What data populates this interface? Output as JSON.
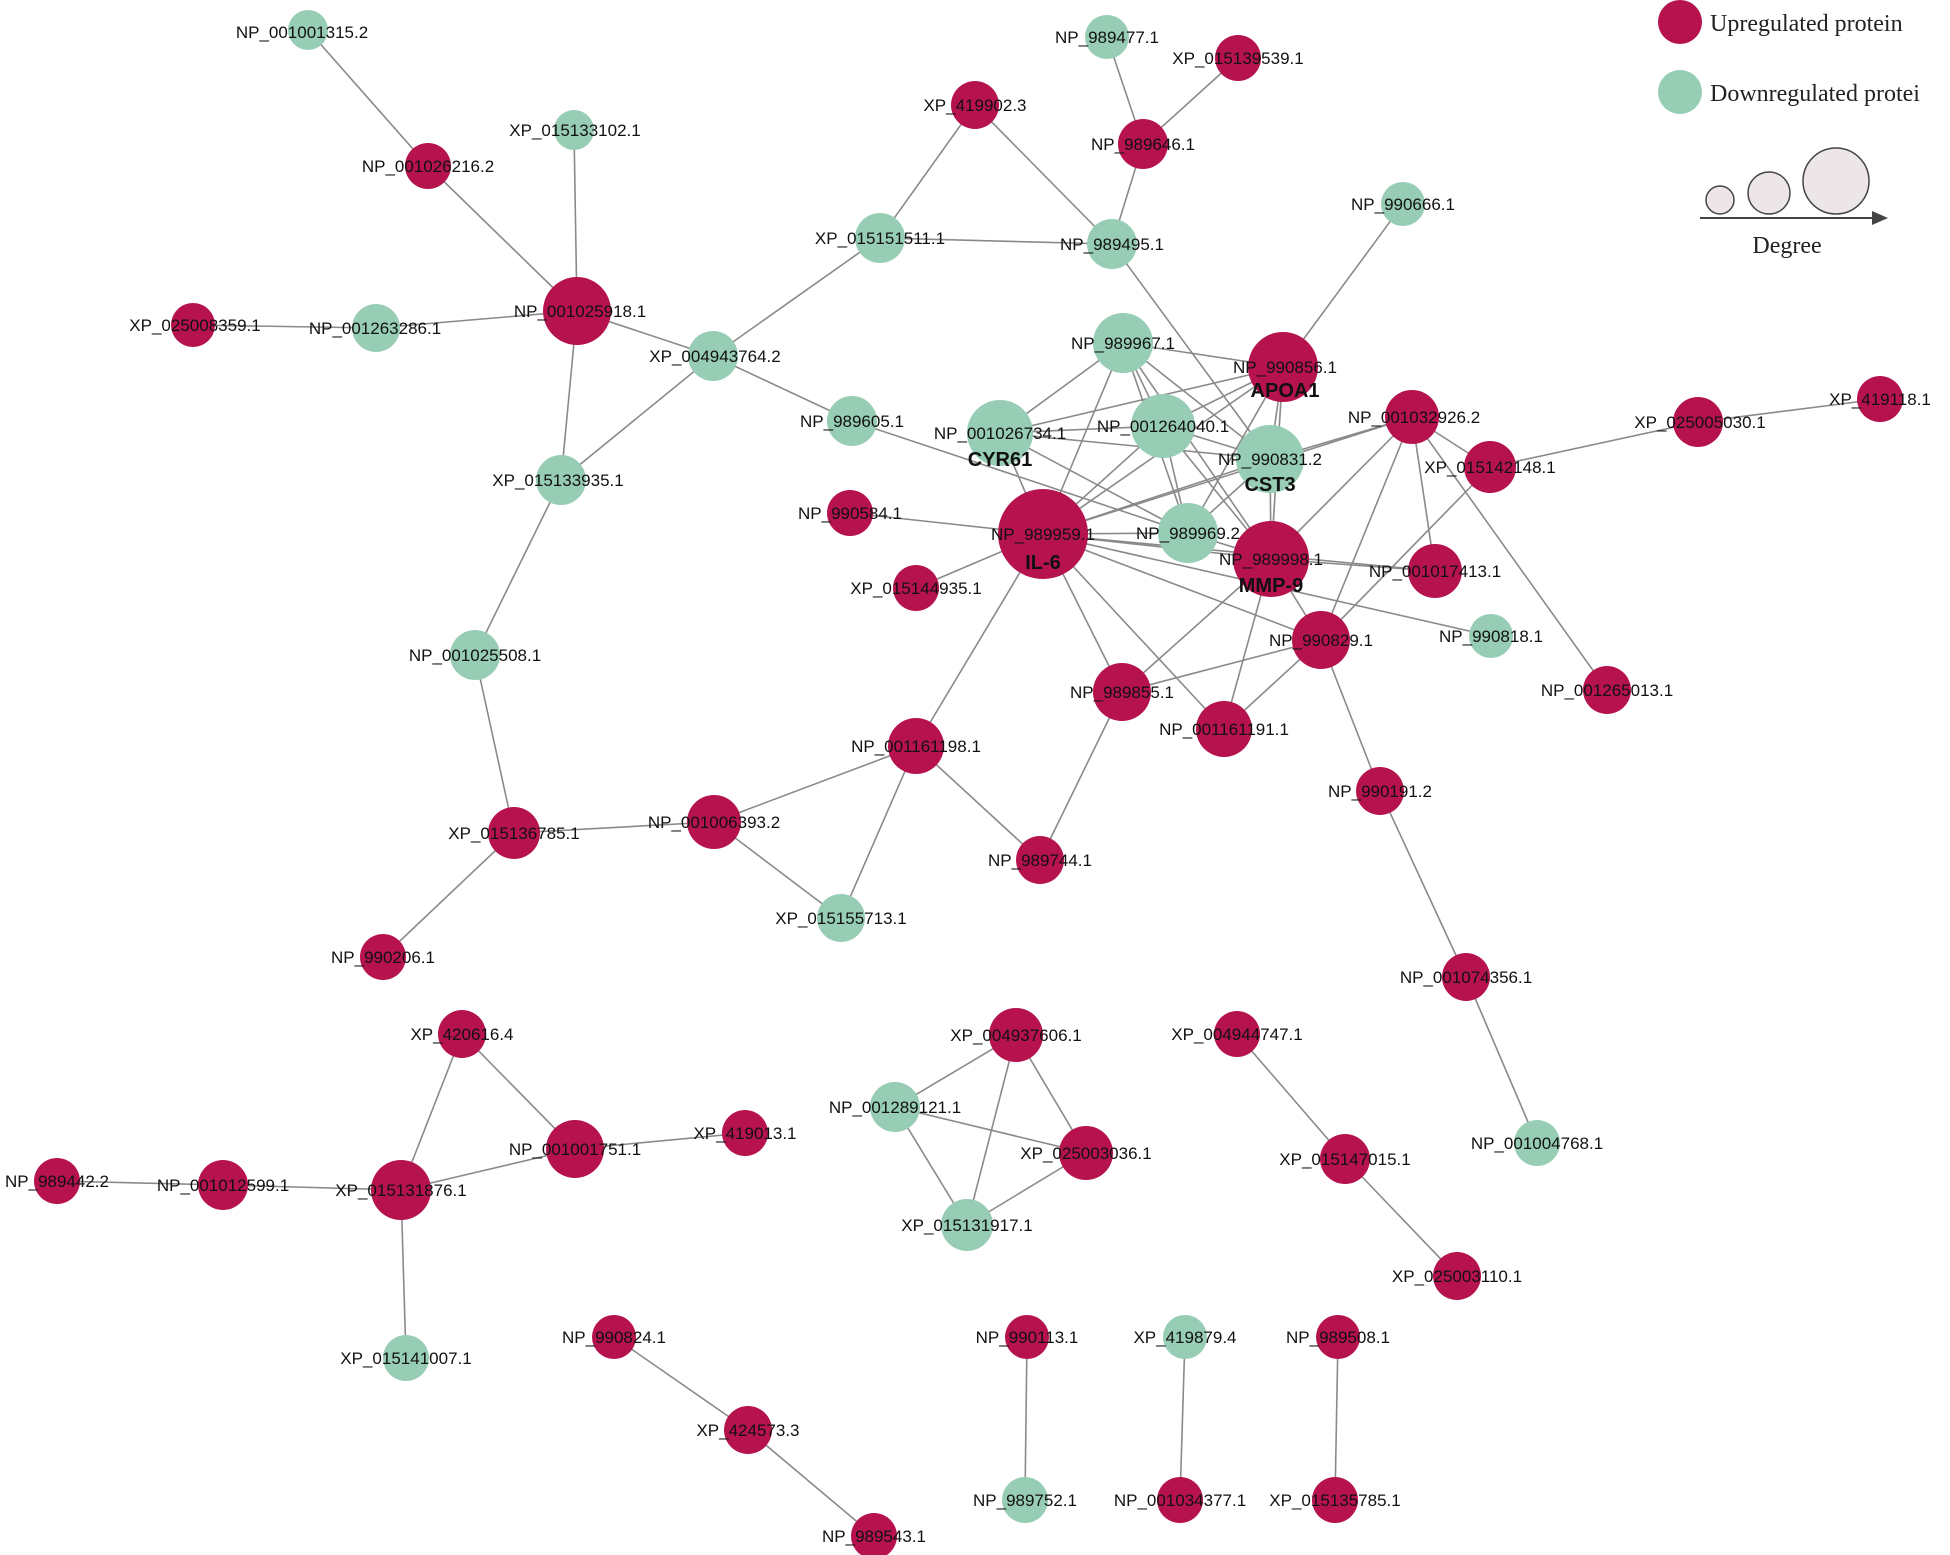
{
  "colors": {
    "up": "#B5124E",
    "down": "#97CDB4",
    "edge": "#8a8a8a",
    "degree_circle": "#ECE6E8"
  },
  "legend": {
    "up_label": "Upregulated protein",
    "down_label": "Downregulated protei",
    "degree_label": "Degree"
  },
  "nodes": [
    {
      "id": "NP_001001315.2",
      "reg": "down"
    },
    {
      "id": "NP_001026216.2",
      "reg": "up"
    },
    {
      "id": "XP_015133102.1",
      "reg": "down"
    },
    {
      "id": "NP_001025918.1",
      "reg": "up"
    },
    {
      "id": "XP_025008359.1",
      "reg": "up"
    },
    {
      "id": "NP_001263286.1",
      "reg": "down"
    },
    {
      "id": "XP_004943764.2",
      "reg": "down"
    },
    {
      "id": "XP_015133935.1",
      "reg": "down"
    },
    {
      "id": "NP_001025508.1",
      "reg": "down"
    },
    {
      "id": "XP_015136785.1",
      "reg": "up"
    },
    {
      "id": "NP_990206.1",
      "reg": "up"
    },
    {
      "id": "NP_001006393.2",
      "reg": "up"
    },
    {
      "id": "XP_015155713.1",
      "reg": "down"
    },
    {
      "id": "NP_001161198.1",
      "reg": "up"
    },
    {
      "id": "NP_989744.1",
      "reg": "up"
    },
    {
      "id": "XP_419902.3",
      "reg": "up"
    },
    {
      "id": "XP_015151511.1",
      "reg": "down"
    },
    {
      "id": "NP_989495.1",
      "reg": "down"
    },
    {
      "id": "NP_989477.1",
      "reg": "down"
    },
    {
      "id": "XP_015139539.1",
      "reg": "up"
    },
    {
      "id": "NP_989646.1",
      "reg": "up"
    },
    {
      "id": "NP_990666.1",
      "reg": "down"
    },
    {
      "id": "NP_989605.1",
      "reg": "down"
    },
    {
      "id": "NP_989967.1",
      "reg": "down"
    },
    {
      "id": "NP_990856.1",
      "reg": "up",
      "gene": "APOA1"
    },
    {
      "id": "NP_001026734.1",
      "reg": "down",
      "gene": "CYR61"
    },
    {
      "id": "NP_001264040.1",
      "reg": "down"
    },
    {
      "id": "NP_990831.2",
      "reg": "down",
      "gene": "CST3"
    },
    {
      "id": "NP_001032926.2",
      "reg": "up"
    },
    {
      "id": "XP_015142148.1",
      "reg": "up"
    },
    {
      "id": "XP_025005030.1",
      "reg": "up"
    },
    {
      "id": "XP_419118.1",
      "reg": "up"
    },
    {
      "id": "NP_990584.1",
      "reg": "up"
    },
    {
      "id": "NP_989959.1",
      "reg": "up",
      "gene": "IL-6"
    },
    {
      "id": "NP_989969.2",
      "reg": "down"
    },
    {
      "id": "NP_989998.1",
      "reg": "up",
      "gene": "MMP-9"
    },
    {
      "id": "XP_015144935.1",
      "reg": "up"
    },
    {
      "id": "NP_001017413.1",
      "reg": "up"
    },
    {
      "id": "NP_990818.1",
      "reg": "down"
    },
    {
      "id": "NP_001265013.1",
      "reg": "up"
    },
    {
      "id": "NP_990829.1",
      "reg": "up"
    },
    {
      "id": "NP_989855.1",
      "reg": "up"
    },
    {
      "id": "NP_001161191.1",
      "reg": "up"
    },
    {
      "id": "NP_990191.2",
      "reg": "up"
    },
    {
      "id": "NP_001074356.1",
      "reg": "up"
    },
    {
      "id": "NP_001004768.1",
      "reg": "down"
    },
    {
      "id": "XP_420616.4",
      "reg": "up"
    },
    {
      "id": "NP_001001751.1",
      "reg": "up"
    },
    {
      "id": "XP_419013.1",
      "reg": "up"
    },
    {
      "id": "NP_989442.2",
      "reg": "up"
    },
    {
      "id": "NP_001012599.1",
      "reg": "up"
    },
    {
      "id": "XP_015131876.1",
      "reg": "up"
    },
    {
      "id": "XP_015141007.1",
      "reg": "down"
    },
    {
      "id": "XP_004937606.1",
      "reg": "up"
    },
    {
      "id": "NP_001289121.1",
      "reg": "down"
    },
    {
      "id": "XP_025003036.1",
      "reg": "up"
    },
    {
      "id": "XP_015131917.1",
      "reg": "down"
    },
    {
      "id": "XP_004944747.1",
      "reg": "up"
    },
    {
      "id": "XP_015147015.1",
      "reg": "up"
    },
    {
      "id": "XP_025003110.1",
      "reg": "up"
    },
    {
      "id": "NP_990824.1",
      "reg": "up"
    },
    {
      "id": "XP_424573.3",
      "reg": "up"
    },
    {
      "id": "NP_989543.1",
      "reg": "up"
    },
    {
      "id": "NP_990113.1",
      "reg": "up"
    },
    {
      "id": "NP_989752.1",
      "reg": "down"
    },
    {
      "id": "XP_419879.4",
      "reg": "down"
    },
    {
      "id": "NP_001034377.1",
      "reg": "up"
    },
    {
      "id": "NP_989508.1",
      "reg": "up"
    },
    {
      "id": "XP_015135785.1",
      "reg": "up"
    }
  ],
  "edges": [
    [
      "NP_001001315.2",
      "NP_001026216.2"
    ],
    [
      "NP_001026216.2",
      "NP_001025918.1"
    ],
    [
      "XP_015133102.1",
      "NP_001025918.1"
    ],
    [
      "XP_025008359.1",
      "NP_001263286.1"
    ],
    [
      "NP_001263286.1",
      "NP_001025918.1"
    ],
    [
      "NP_001025918.1",
      "XP_004943764.2"
    ],
    [
      "NP_001025918.1",
      "XP_015133935.1"
    ],
    [
      "XP_004943764.2",
      "XP_015133935.1"
    ],
    [
      "XP_004943764.2",
      "XP_015151511.1"
    ],
    [
      "XP_004943764.2",
      "NP_989605.1"
    ],
    [
      "XP_015133935.1",
      "NP_001025508.1"
    ],
    [
      "NP_001025508.1",
      "XP_015136785.1"
    ],
    [
      "XP_015136785.1",
      "NP_990206.1"
    ],
    [
      "XP_015136785.1",
      "NP_001006393.2"
    ],
    [
      "NP_001006393.2",
      "NP_001161198.1"
    ],
    [
      "NP_001006393.2",
      "XP_015155713.1"
    ],
    [
      "NP_001161198.1",
      "XP_015155713.1"
    ],
    [
      "NP_001161198.1",
      "NP_989744.1"
    ],
    [
      "NP_001161198.1",
      "NP_989959.1"
    ],
    [
      "XP_419902.3",
      "XP_015151511.1"
    ],
    [
      "XP_419902.3",
      "NP_989495.1"
    ],
    [
      "XP_015151511.1",
      "NP_989495.1"
    ],
    [
      "NP_989477.1",
      "NP_989646.1"
    ],
    [
      "XP_015139539.1",
      "NP_989646.1"
    ],
    [
      "NP_989646.1",
      "NP_989495.1"
    ],
    [
      "NP_989495.1",
      "NP_990831.2"
    ],
    [
      "NP_990666.1",
      "NP_990856.1"
    ],
    [
      "NP_989605.1",
      "NP_989969.2"
    ],
    [
      "NP_989967.1",
      "NP_990856.1"
    ],
    [
      "NP_989967.1",
      "NP_001026734.1"
    ],
    [
      "NP_989967.1",
      "NP_001264040.1"
    ],
    [
      "NP_989967.1",
      "NP_990831.2"
    ],
    [
      "NP_989967.1",
      "NP_989959.1"
    ],
    [
      "NP_989967.1",
      "NP_989969.2"
    ],
    [
      "NP_989967.1",
      "NP_989998.1"
    ],
    [
      "NP_990856.1",
      "NP_001026734.1"
    ],
    [
      "NP_990856.1",
      "NP_001264040.1"
    ],
    [
      "NP_990856.1",
      "NP_990831.2"
    ],
    [
      "NP_990856.1",
      "NP_989959.1"
    ],
    [
      "NP_990856.1",
      "NP_989969.2"
    ],
    [
      "NP_990856.1",
      "NP_989998.1"
    ],
    [
      "NP_001026734.1",
      "NP_001264040.1"
    ],
    [
      "NP_001026734.1",
      "NP_990831.2"
    ],
    [
      "NP_001026734.1",
      "NP_989959.1"
    ],
    [
      "NP_001026734.1",
      "NP_989969.2"
    ],
    [
      "NP_001264040.1",
      "NP_990831.2"
    ],
    [
      "NP_001264040.1",
      "NP_989959.1"
    ],
    [
      "NP_001264040.1",
      "NP_989969.2"
    ],
    [
      "NP_001264040.1",
      "NP_989998.1"
    ],
    [
      "NP_990831.2",
      "NP_989959.1"
    ],
    [
      "NP_990831.2",
      "NP_989969.2"
    ],
    [
      "NP_990831.2",
      "NP_989998.1"
    ],
    [
      "NP_990831.2",
      "NP_001032926.2"
    ],
    [
      "NP_001032926.2",
      "NP_989998.1"
    ],
    [
      "NP_001032926.2",
      "NP_001017413.1"
    ],
    [
      "NP_001032926.2",
      "NP_001265013.1"
    ],
    [
      "NP_001032926.2",
      "NP_989959.1"
    ],
    [
      "NP_001032926.2",
      "NP_990829.1"
    ],
    [
      "NP_001032926.2",
      "XP_015142148.1"
    ],
    [
      "XP_015142148.1",
      "XP_025005030.1"
    ],
    [
      "XP_015142148.1",
      "NP_990829.1"
    ],
    [
      "XP_025005030.1",
      "XP_419118.1"
    ],
    [
      "NP_990584.1",
      "NP_989959.1"
    ],
    [
      "XP_015144935.1",
      "NP_989959.1"
    ],
    [
      "NP_989959.1",
      "NP_989969.2"
    ],
    [
      "NP_989959.1",
      "NP_989998.1"
    ],
    [
      "NP_989959.1",
      "NP_001017413.1"
    ],
    [
      "NP_989959.1",
      "NP_990818.1"
    ],
    [
      "NP_989959.1",
      "NP_990829.1"
    ],
    [
      "NP_989959.1",
      "NP_989855.1"
    ],
    [
      "NP_989959.1",
      "NP_001161191.1"
    ],
    [
      "NP_989969.2",
      "NP_989998.1"
    ],
    [
      "NP_989998.1",
      "NP_001017413.1"
    ],
    [
      "NP_989998.1",
      "NP_990829.1"
    ],
    [
      "NP_989998.1",
      "NP_989855.1"
    ],
    [
      "NP_989998.1",
      "NP_001161191.1"
    ],
    [
      "NP_990829.1",
      "NP_989855.1"
    ],
    [
      "NP_990829.1",
      "NP_001161191.1"
    ],
    [
      "NP_990829.1",
      "NP_990191.2"
    ],
    [
      "NP_989855.1",
      "NP_989744.1"
    ],
    [
      "NP_990191.2",
      "NP_001074356.1"
    ],
    [
      "NP_001074356.1",
      "NP_001004768.1"
    ],
    [
      "XP_420616.4",
      "NP_001001751.1"
    ],
    [
      "XP_420616.4",
      "XP_015131876.1"
    ],
    [
      "NP_001001751.1",
      "XP_015131876.1"
    ],
    [
      "NP_001001751.1",
      "XP_419013.1"
    ],
    [
      "NP_989442.2",
      "NP_001012599.1"
    ],
    [
      "NP_001012599.1",
      "XP_015131876.1"
    ],
    [
      "XP_015131876.1",
      "XP_015141007.1"
    ],
    [
      "XP_004937606.1",
      "NP_001289121.1"
    ],
    [
      "XP_004937606.1",
      "XP_025003036.1"
    ],
    [
      "XP_004937606.1",
      "XP_015131917.1"
    ],
    [
      "NP_001289121.1",
      "XP_025003036.1"
    ],
    [
      "NP_001289121.1",
      "XP_015131917.1"
    ],
    [
      "XP_025003036.1",
      "XP_015131917.1"
    ],
    [
      "XP_004944747.1",
      "XP_015147015.1"
    ],
    [
      "XP_015147015.1",
      "XP_025003110.1"
    ],
    [
      "NP_990824.1",
      "XP_424573.3"
    ],
    [
      "XP_424573.3",
      "NP_989543.1"
    ],
    [
      "NP_990113.1",
      "NP_989752.1"
    ],
    [
      "XP_419879.4",
      "NP_001034377.1"
    ],
    [
      "NP_989508.1",
      "XP_015135785.1"
    ]
  ]
}
